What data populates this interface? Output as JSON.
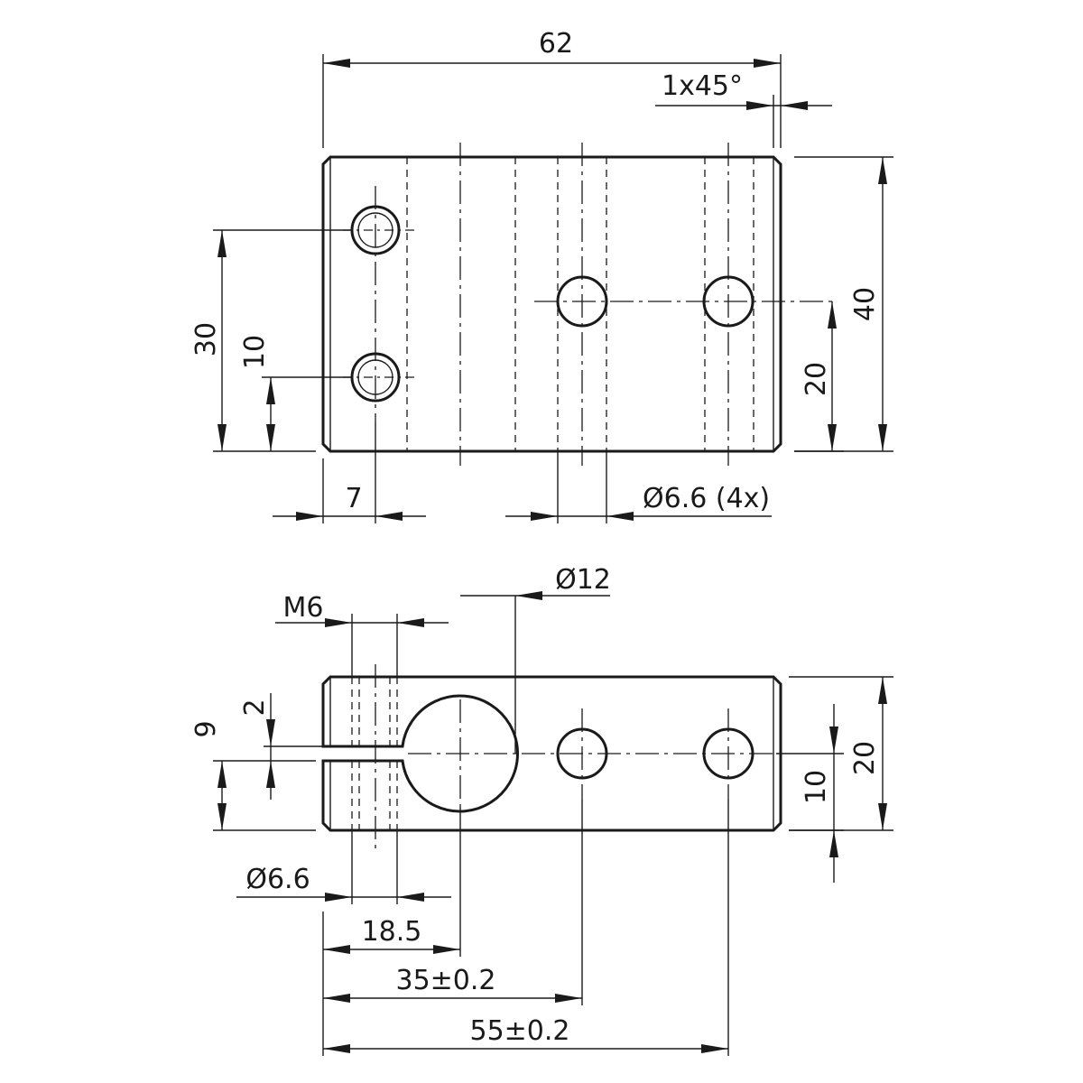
{
  "top_view": {
    "dims": {
      "length": "62",
      "chamfer": "1x45°",
      "height": "40",
      "hole_spacing_left": "30",
      "hole_offset_left": "10",
      "center_height": "20",
      "edge_offset": "7",
      "hole_diameter": "Ø6.6 (4x)"
    }
  },
  "side_view": {
    "dims": {
      "thread": "M6",
      "bore": "Ø12",
      "slot_height": "9",
      "slot_width": "2",
      "height": "20",
      "center_height": "10",
      "counterbore": "Ø6.6",
      "bore_pos": "18.5",
      "hole1_pos": "35±0.2",
      "hole2_pos": "55±0.2"
    }
  }
}
